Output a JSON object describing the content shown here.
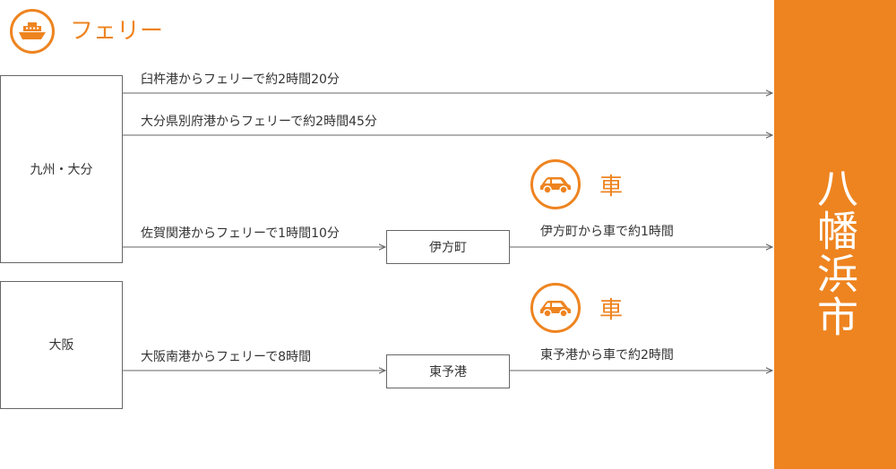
{
  "legend": {
    "ferry_label": "フェリー",
    "ferry_icon": "ferry-icon"
  },
  "origins": {
    "kyushu": "九州・大分",
    "osaka": "大阪"
  },
  "routes": {
    "usuki": "臼杵港からフェリーで約2時間20分",
    "beppu": "大分県別府港からフェリーで約2時間45分",
    "saganoseki": "佐賀関港からフェリーで1時間10分",
    "osaka_nanko": "大阪南港からフェリーで8時間"
  },
  "via": {
    "ikata": "伊方町",
    "toyo": "東予港"
  },
  "car_legends": [
    {
      "label": "車",
      "icon": "car-icon"
    },
    {
      "label": "車",
      "icon": "car-icon"
    }
  ],
  "car_routes": {
    "ikata": "伊方町から車で約1時間",
    "toyo": "東予港から車で約2時間"
  },
  "destination": {
    "name": "八幡浜市"
  },
  "colors": {
    "accent": "#ee8420",
    "line": "#666666",
    "text": "#333333"
  }
}
